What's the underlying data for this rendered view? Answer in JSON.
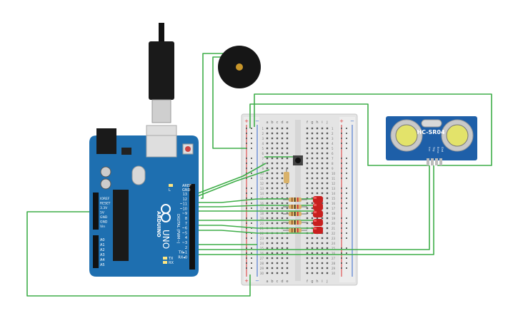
{
  "arduino": {
    "brand": "ARDUINO",
    "model": "UNO",
    "pin_aref": "AREF",
    "pin_gnd": "GND",
    "digital_header_label": "DIGITAL (PWM~)",
    "digital_pins": [
      "13",
      "12",
      "~11",
      "~10",
      "~9",
      "8",
      "7",
      "~6",
      "~5",
      "4",
      "~3",
      "2",
      "TX▸1",
      "RX◂0"
    ],
    "power_pins": [
      "IOREF",
      "RESET",
      "3.3V",
      "5V",
      "GND",
      "GND",
      "Vin"
    ],
    "analog_pins": [
      "A0",
      "A1",
      "A2",
      "A3",
      "A4",
      "A5"
    ],
    "tx_label": "TX",
    "rx_label": "RX",
    "l_label": "L"
  },
  "sensor": {
    "model": "HC-SR04",
    "pins": [
      "Vcc",
      "Trig",
      "Echo",
      "Gnd"
    ]
  },
  "breadboard": {
    "columns_left": [
      "a",
      "b",
      "c",
      "d",
      "e"
    ],
    "columns_right": [
      "f",
      "g",
      "h",
      "i",
      "j"
    ],
    "row_count": 30
  },
  "colors": {
    "wire": "#3fae49",
    "board": "#1e6fb0",
    "led": "#c8201f",
    "breadboard": "#e6e6e6",
    "sensor": "#1e5fa8"
  }
}
